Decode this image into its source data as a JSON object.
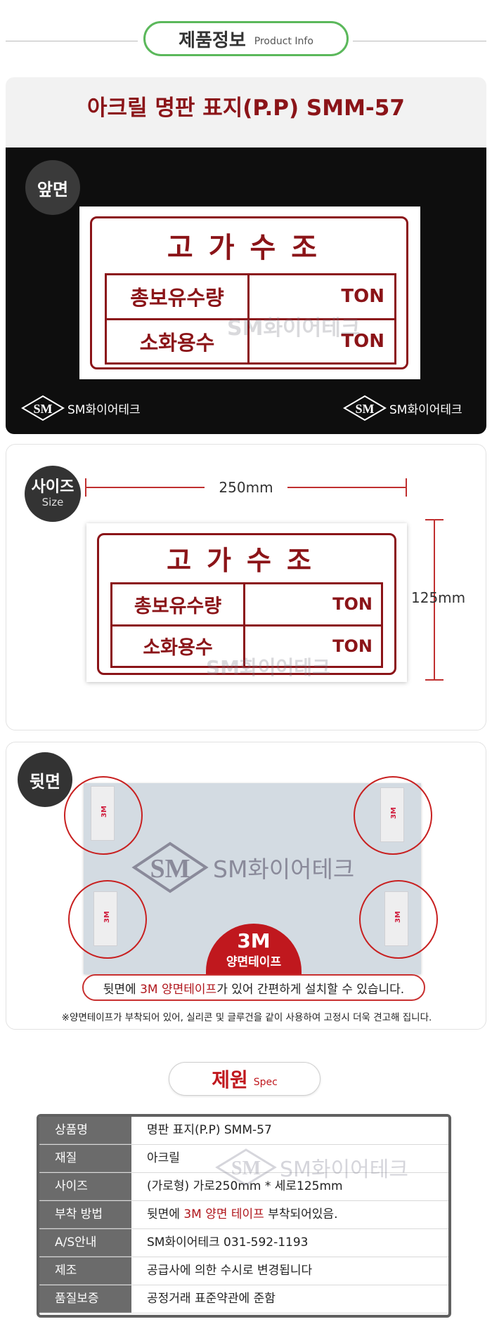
{
  "header": {
    "title_ko": "제품정보",
    "title_en": "Product Info"
  },
  "product": {
    "name": "아크릴 명판 표지(P.P) SMM-57"
  },
  "front": {
    "badge": "앞면",
    "brand": "SM화이어테크",
    "sign": {
      "title": "고가수조",
      "row1_label": "총보유수량",
      "row1_unit": "TON",
      "row2_label": "소화용수",
      "row2_unit": "TON"
    }
  },
  "size": {
    "badge_ko": "사이즈",
    "badge_en": "Size",
    "width_label": "250mm",
    "height_label": "125mm",
    "sign": {
      "title": "고가수조",
      "row1_label": "총보유수량",
      "row1_unit": "TON",
      "row2_label": "소화용수",
      "row2_unit": "TON"
    },
    "watermark": "SM화이어테크"
  },
  "back": {
    "badge": "뒷면",
    "watermark": "SM화이어테크",
    "tape_badge_big": "3M",
    "tape_badge_small": "양면테이프",
    "note_pre": "뒷면에 ",
    "note_hl": "3M 양면테이프",
    "note_post": "가 있어 간편하게 설치할 수 있습니다.",
    "footnote": "※양면테이프가 부착되어 있어, 실리콘 및 글루건을 같이 사용하여 고정시 더욱 견고해 집니다.",
    "tape_text": "3M"
  },
  "spec": {
    "heading_ko": "제원",
    "heading_en": "Spec",
    "watermark": "SM화이어테크",
    "rows": [
      {
        "label": "상품명",
        "value": "명판 표지(P.P) SMM-57"
      },
      {
        "label": "재질",
        "value": "아크릴"
      },
      {
        "label": "사이즈",
        "value": "(가로형) 가로250mm * 세로125mm"
      },
      {
        "label": "부착 방법",
        "value_pre": "뒷면에 ",
        "value_hl": "3M 양면 테이프",
        "value_post": " 부착되어있음."
      },
      {
        "label": "A/S안내",
        "value": "SM화이어테크 031-592-1193"
      },
      {
        "label": "제조",
        "value": "공급사에 의한 수시로 변경됩니다"
      },
      {
        "label": "품질보증",
        "value": "공정거래 표준약관에 준함"
      }
    ]
  },
  "colors": {
    "accent_red": "#8b1418",
    "highlight_red": "#b0161c",
    "green_border": "#5bb85b",
    "badge_dark": "#333333"
  }
}
